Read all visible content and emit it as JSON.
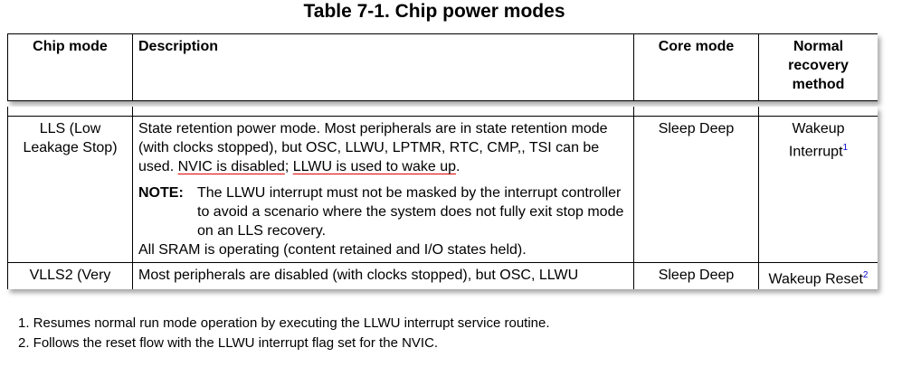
{
  "title": "Table 7-1.   Chip power modes",
  "headers": [
    "Chip mode",
    "Description",
    "Core mode",
    "Normal recovery method"
  ],
  "row_lls": {
    "mode": "LLS (Low Leakage Stop)",
    "desc_a": "State retention power mode. Most peripherals are in state retention mode (with clocks stopped), but OSC, LLWU, LPTMR, RTC, CMP,, TSI can be used. ",
    "desc_u1": "NVIC is disabled",
    "desc_sep": "; ",
    "desc_u2": "LLWU is used to wake up",
    "desc_end": ".",
    "note_label": "NOTE:",
    "note_text": "The LLWU interrupt must not be masked by the interrupt controller to avoid a scenario where the system does not fully exit stop mode on an LLS recovery.",
    "desc_b": "All SRAM is operating (content retained and I/O states held).",
    "core": "Sleep Deep",
    "recovery": "Wakeup Interrupt",
    "recovery_sup": "1"
  },
  "row_vlls2": {
    "mode": "VLLS2 (Very",
    "desc": "Most peripherals are disabled (with clocks stopped), but OSC, LLWU",
    "core": "Sleep Deep",
    "recovery": "Wakeup Reset",
    "recovery_sup": "2"
  },
  "footnotes": [
    "1.  Resumes normal run mode operation by executing the LLWU interrupt service routine.",
    "2.  Follows the reset flow with the LLWU interrupt flag set for the NVIC."
  ]
}
